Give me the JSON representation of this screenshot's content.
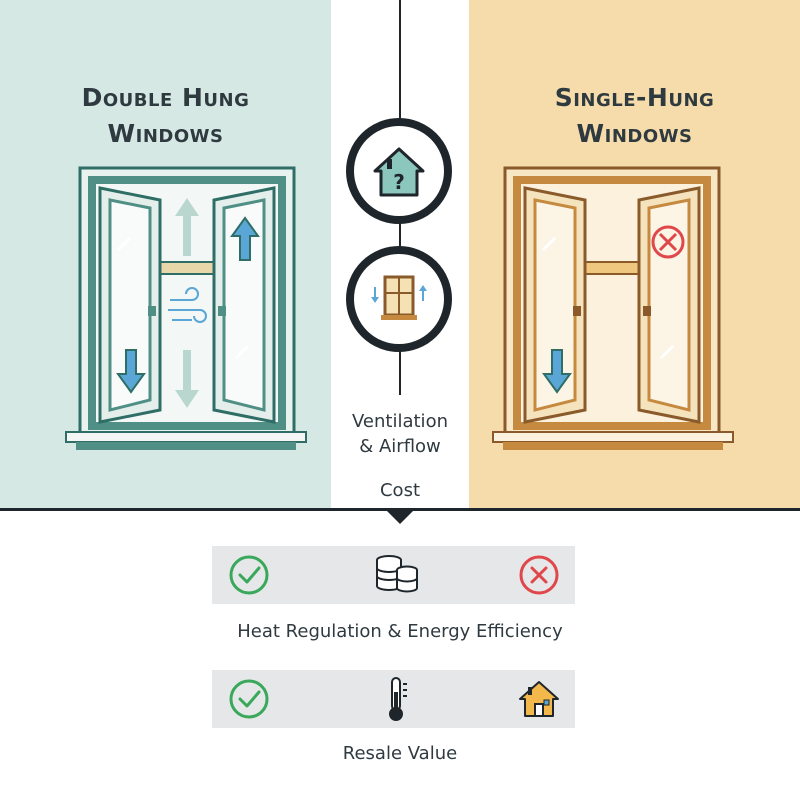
{
  "colors": {
    "left_bg": "#d5e8e3",
    "right_bg": "#f5dcaa",
    "teal_frame": "#4f8f85",
    "teal_dark": "#2f6e66",
    "wood": "#c58a3f",
    "wood_dark": "#8a5a2a",
    "arrow_blue": "#5aa6d6",
    "check_green": "#3aa85a",
    "cross_red": "#e0474a",
    "ink": "#1f262b"
  },
  "left": {
    "title_line1": "Double Hung",
    "title_line2": "Windows"
  },
  "right": {
    "title_line1": "Single-Hung",
    "title_line2": "Windows"
  },
  "timeline": {
    "node1_icon": "house-question-icon",
    "node2_icon": "window-arrows-icon",
    "labels": [
      "Ventilation",
      "& Airflow",
      "Cost"
    ]
  },
  "comparison": [
    {
      "left_icon": "check-circle-icon",
      "center_icon": "coin-stack-icon",
      "right_icon": "cross-circle-icon",
      "label": "Heat Regulation & Energy Efficiency"
    },
    {
      "left_icon": "check-circle-icon",
      "center_icon": "thermometer-icon",
      "right_icon": "house-icon",
      "label": "Resale Value"
    }
  ]
}
